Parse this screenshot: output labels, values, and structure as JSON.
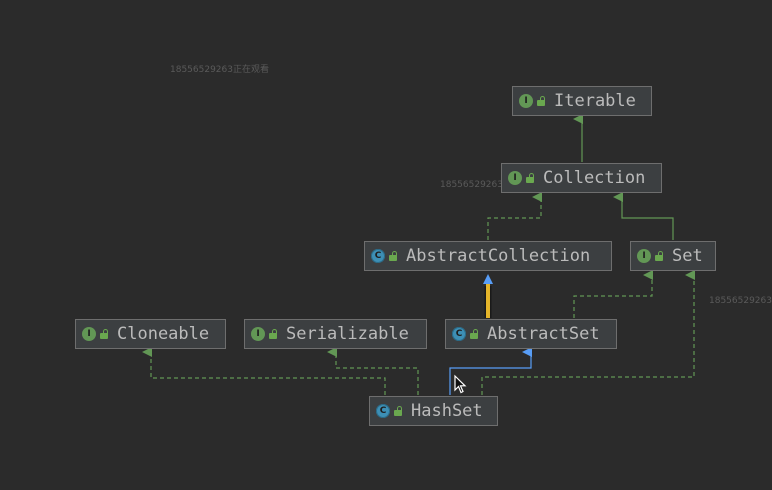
{
  "watermarks": [
    "18556529263正在观看",
    "18556529263",
    "18556529263"
  ],
  "nodes": [
    {
      "key": "iterable",
      "label": "Iterable",
      "kind": "I"
    },
    {
      "key": "collection",
      "label": "Collection",
      "kind": "I"
    },
    {
      "key": "abstract_collection",
      "label": "AbstractCollection",
      "kind": "C"
    },
    {
      "key": "set",
      "label": "Set",
      "kind": "I"
    },
    {
      "key": "cloneable",
      "label": "Cloneable",
      "kind": "I"
    },
    {
      "key": "serializable",
      "label": "Serializable",
      "kind": "I"
    },
    {
      "key": "abstract_set",
      "label": "AbstractSet",
      "kind": "C"
    },
    {
      "key": "hashset",
      "label": "HashSet",
      "kind": "C"
    }
  ],
  "badge_letters": {
    "interface": "I",
    "class": "C"
  },
  "colors": {
    "background": "#2b2b2b",
    "node_fill": "#3c3f41",
    "node_border": "#6e6e6e",
    "text": "#bbbbbb",
    "extends_edge": "#629755",
    "selected_edge": "#589df6",
    "highlight": "#e5b52a"
  }
}
